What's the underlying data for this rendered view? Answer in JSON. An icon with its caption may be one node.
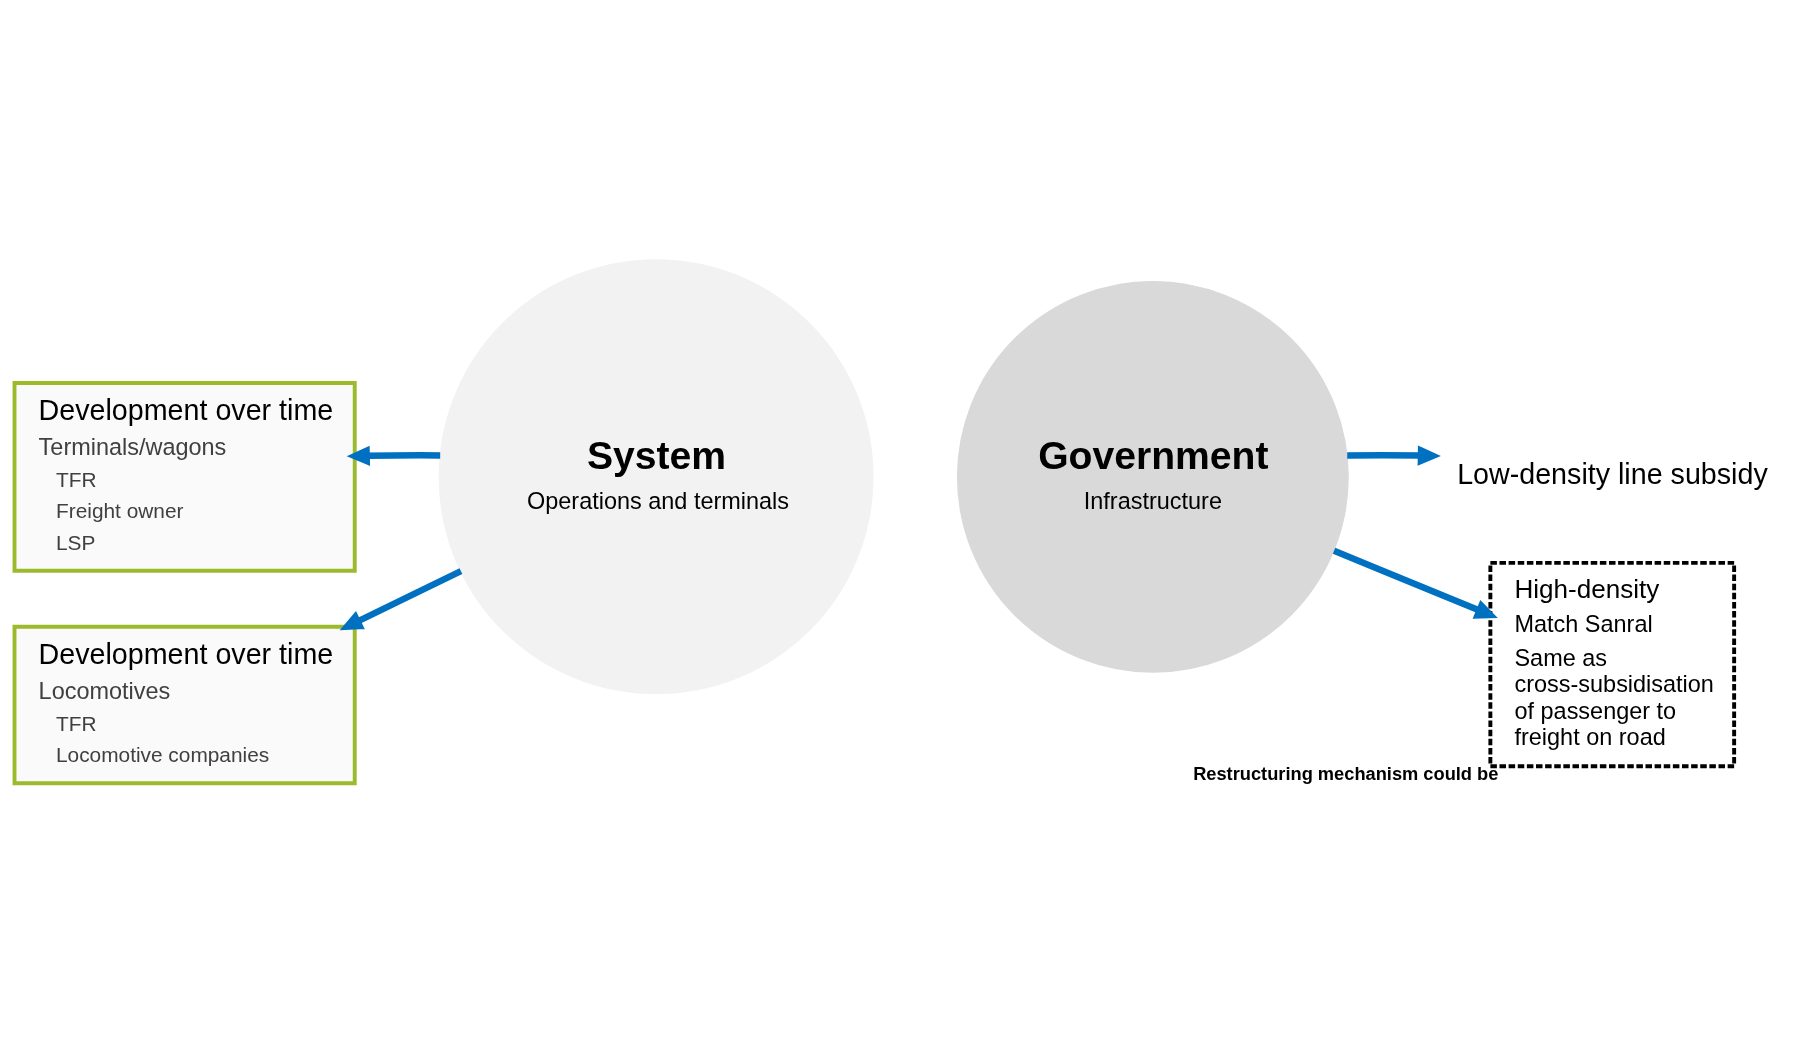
{
  "diagram": {
    "nodes": [
      {
        "text": [
          "Development over time",
          "Terminals/wagons",
          "TFR",
          "Freight owner",
          "LSP"
        ]
      },
      {
        "text": [
          "Development over time",
          "Locomotives",
          "TFR",
          "Locomotive companies"
        ]
      },
      {
        "text": [
          "System",
          "Operations and terminals"
        ]
      },
      {
        "text": [
          "Government",
          "Infrastructure"
        ]
      },
      {
        "text": [
          "Low-density line subsidy"
        ]
      },
      {
        "text": [
          "High-density",
          "Match Sanral",
          "Same as cross-subsidisation of passenger to freight on road"
        ],
        "beside": [
          "Restructuring mechanism could be"
        ]
      }
    ],
    "edges": [
      {
        "from": 2,
        "to": 0,
        "arrow": "to",
        "color": "#0070c0"
      },
      {
        "from": 2,
        "to": 1,
        "arrow": "to",
        "color": "#0070c0"
      },
      {
        "from": 3,
        "to": 4,
        "arrow": "to",
        "color": "#0070c0"
      },
      {
        "from": 3,
        "to": 5,
        "arrow": "to",
        "color": "#0070c0"
      }
    ]
  }
}
